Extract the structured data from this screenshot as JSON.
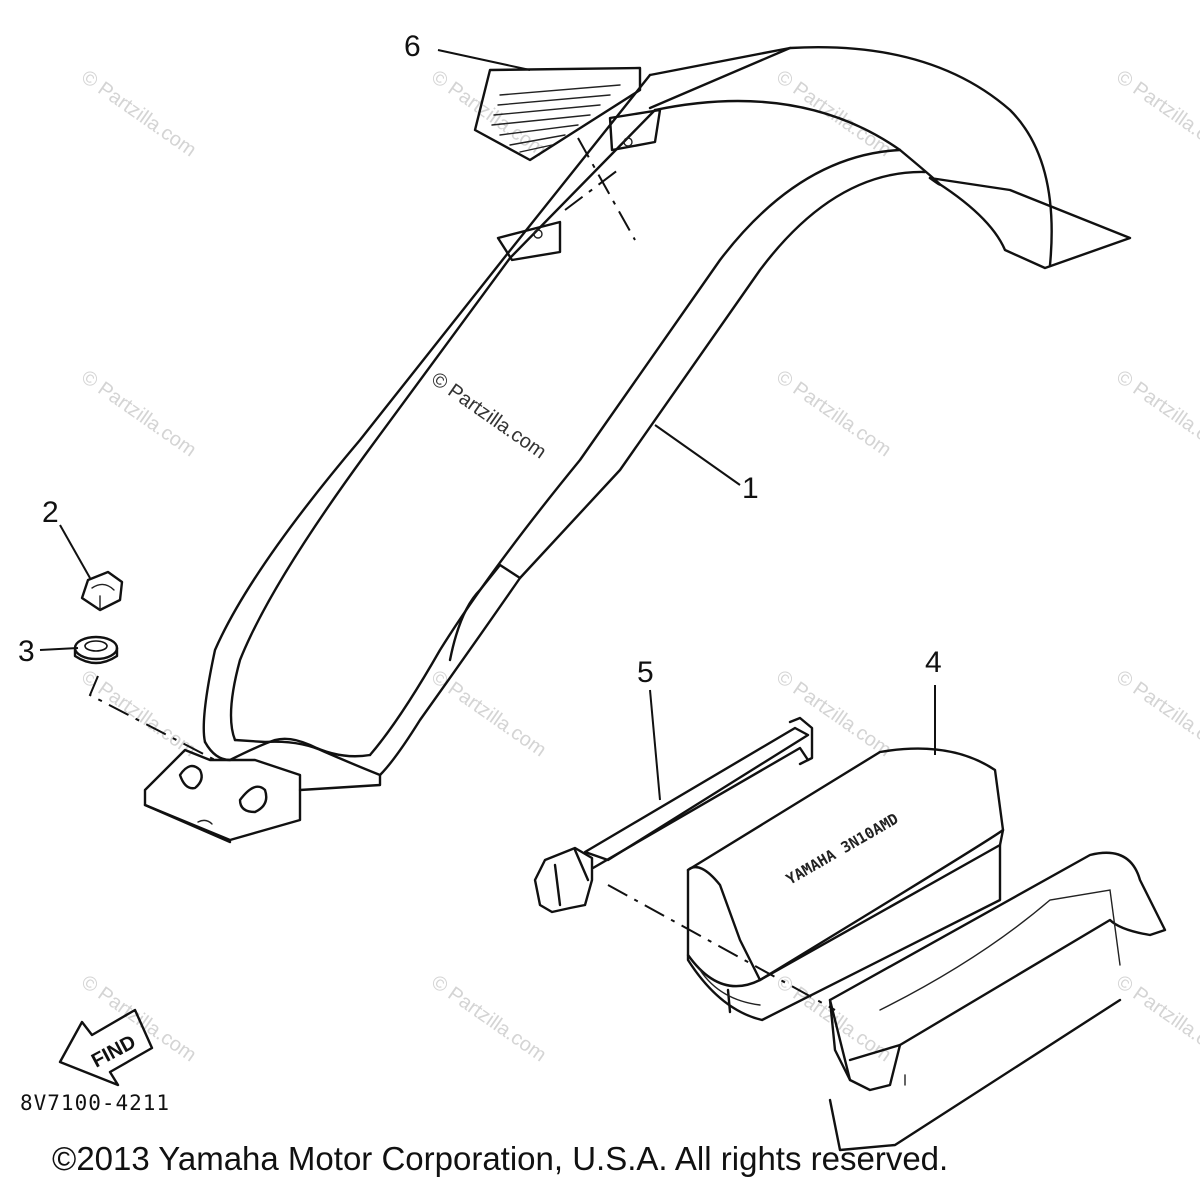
{
  "diagram": {
    "part_code": "8V7100-4211",
    "copyright": "©2013 Yamaha Motor Corporation, U.S.A. All rights reserved.",
    "watermark": "© Partzilla.com",
    "find_label": "FIND",
    "battery_label": "YAMAHA 3N10AMD",
    "callouts": [
      {
        "id": "1",
        "label": "1"
      },
      {
        "id": "2",
        "label": "2"
      },
      {
        "id": "3",
        "label": "3"
      },
      {
        "id": "4",
        "label": "4"
      },
      {
        "id": "5",
        "label": "5"
      },
      {
        "id": "6",
        "label": "6"
      }
    ]
  }
}
